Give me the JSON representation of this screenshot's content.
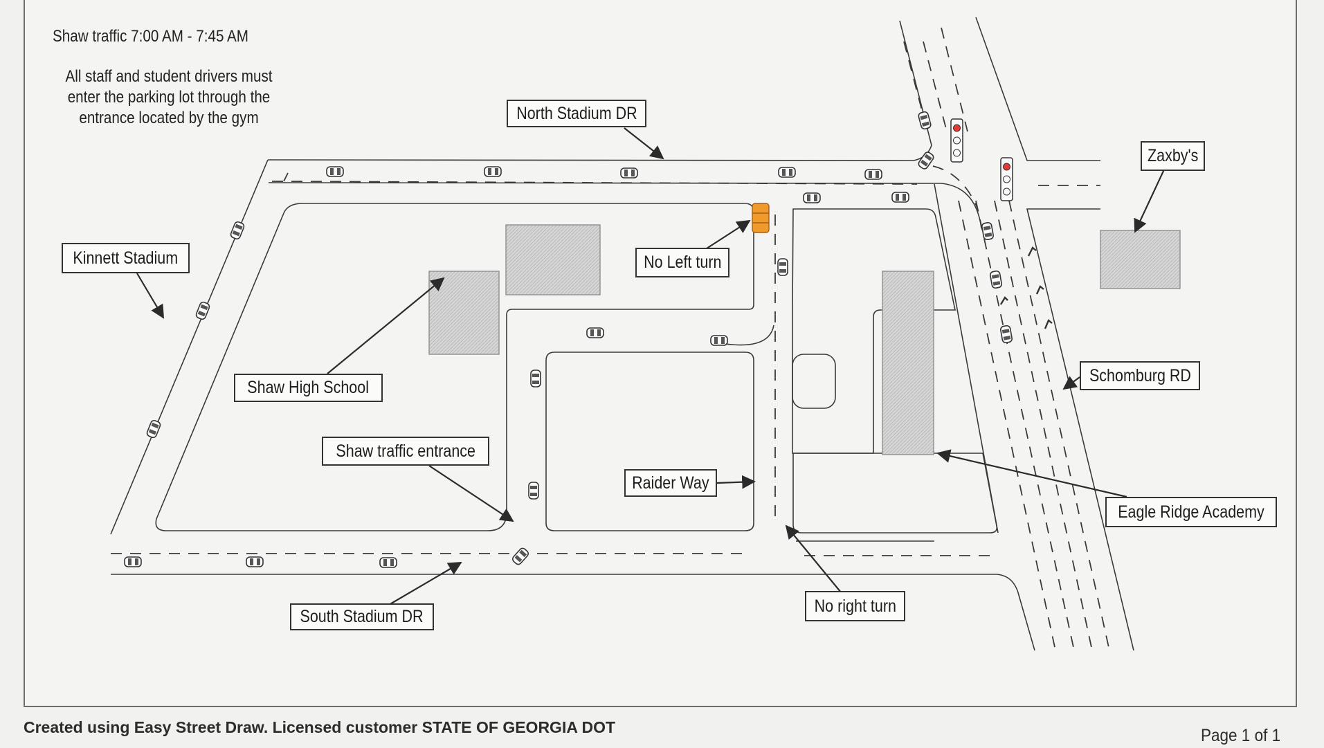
{
  "header": {
    "schedule": "Shaw traffic 7:00 AM - 7:45 AM",
    "note_line1": "All staff and student drivers must",
    "note_line2": "enter the parking lot through the",
    "note_line3": "entrance located by the gym"
  },
  "labels": {
    "north_stadium": "North Stadium DR",
    "kinnett_stadium": "Kinnett Stadium",
    "shaw_high_school": "Shaw High School",
    "no_left_turn": "No Left turn",
    "zaxbys": "Zaxby's",
    "schomburg_rd": "Schomburg RD",
    "shaw_traffic_entrance": "Shaw traffic entrance",
    "raider_way": "Raider Way",
    "eagle_ridge_academy": "Eagle Ridge Academy",
    "south_stadium": "South Stadium DR",
    "no_right_turn": "No right turn"
  },
  "footer": {
    "credit": "Created using Easy Street Draw.  Licensed customer STATE OF GEORGIA DOT",
    "page": "Page 1 of 1"
  },
  "colors": {
    "road_line": "#3a3a3a",
    "building_hatch": "#bdbdbd",
    "signal_red": "#e53935",
    "barrel_orange": "#ef9a2a"
  }
}
